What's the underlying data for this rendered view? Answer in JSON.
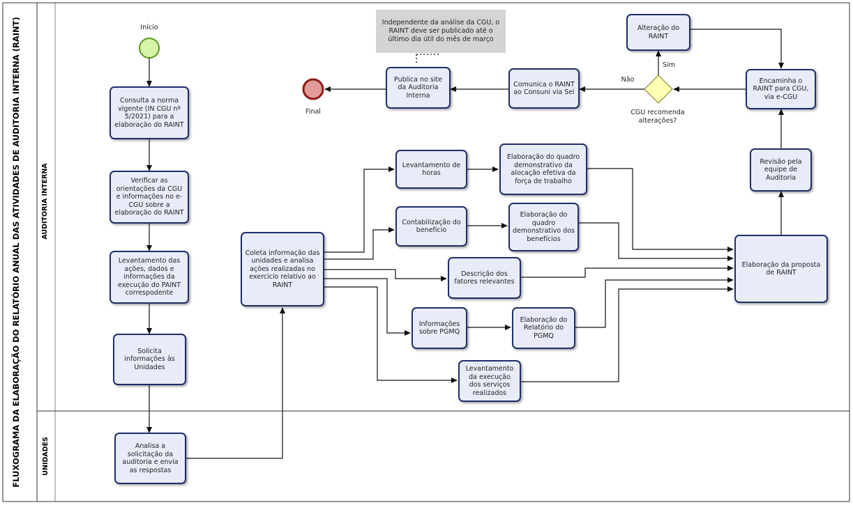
{
  "title": "FLUXOGRAMA DA ELABORAÇÃO DO RELATÓRIO ANUAL DAS ATIVIDADES DE AUDITORIA INTERNA (RAINT)",
  "lanes": {
    "auditoria": "AUDITORIA INTERNA",
    "unidades": "UNIDADES"
  },
  "events": {
    "start": "Início",
    "end": "Final"
  },
  "tasks": {
    "consulta": "Consulta a norma vigente  (IN CGU nº 5/2021) para a elaboração do RAINT",
    "verificar": "Verificar as orientações da CGU e informações no e-CGU sobre a elaboração do RAINT",
    "levantamento_acoes": "Levantamento das ações, dados e informações da execução do PAINT correspodente",
    "solicita": "Solicita informações às Unidades",
    "analisa": "Analisa a solicitação da auditoria e envia as respostas",
    "coleta": "Coleta informação das unidades e analisa ações realizadas no exercício relativo ao RAINT",
    "lev_horas": "Levantamento de horas",
    "quadro_forca": "Elaboração do quadro demonstrativo da alocação efetiva da força de trabalho",
    "contabilizacao": "Contabilização do benefício",
    "quadro_beneficios": "Elaboração do quadro demonstrativo dos benefícios",
    "descricao": "Descrição dos fatores relevantes",
    "info_pgmq": "Informações sobre PGMQ",
    "relatorio_pgmq": "Elaboração do Relatório do PGMQ",
    "lev_servicos": "Levantamento da execução dos serviços realizados",
    "proposta": "Elaboração da proposta de RAINT",
    "revisao": "Revisão pela equipe de Auditoria",
    "encaminha": "Encaminha o RAINT para CGU, via e-CGU",
    "alteracao": "Alteração do RAINT",
    "comunica": "Comunica o RAINT ao Consuni via Sei",
    "publica": "Publica no site da Auditoria Interna"
  },
  "gateway": {
    "label": "CGU recomenda alterações?",
    "yes": "Sim",
    "no": "Não"
  },
  "annotation": "Independente da análise da CGU, o RAINT deve ser publicado até o último dia útil do mês de março",
  "colors": {
    "task_fill": "#e8ecf8",
    "task_border": "#1f2d6b",
    "start_fill": "#d6f5a6",
    "start_border": "#5a9a1a",
    "end_fill": "#e39a9a",
    "end_border": "#8a1a1a",
    "gateway_fill": "#ffffb3",
    "note_fill": "#d4d4d4"
  }
}
